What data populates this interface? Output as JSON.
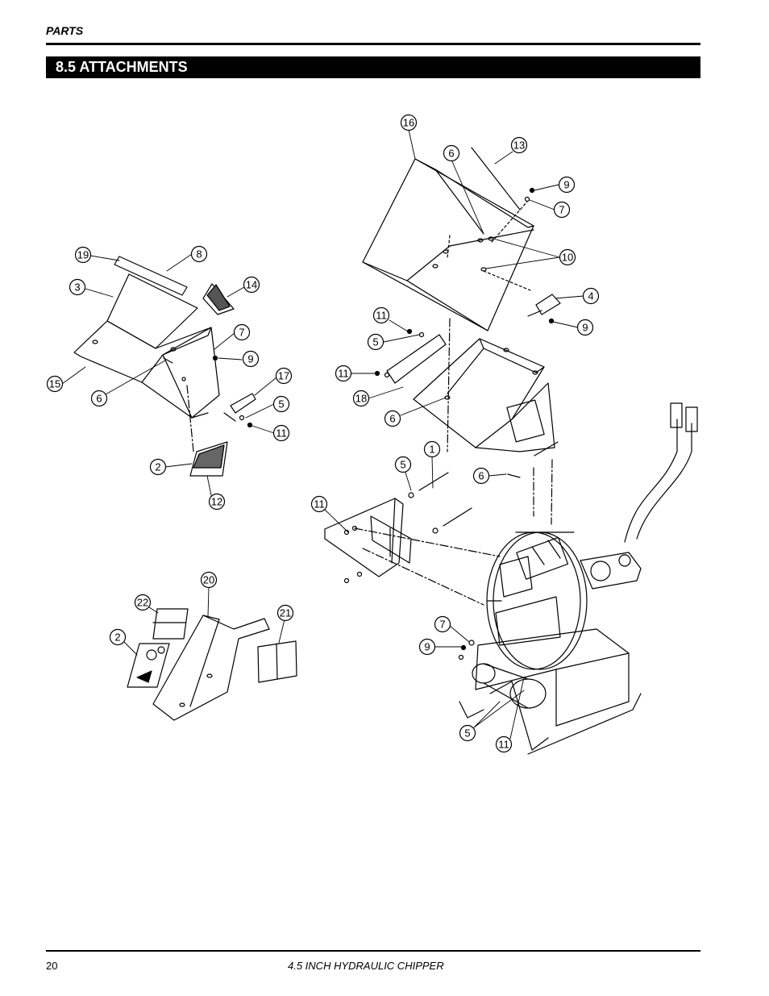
{
  "header": {
    "label": "PARTS"
  },
  "section": {
    "title": "8.5  ATTACHMENTS"
  },
  "footer": {
    "page_number": "20",
    "document_title": "4.5 INCH HYDRAULIC CHIPPER"
  },
  "callouts": [
    "16",
    "13",
    "6",
    "9",
    "7",
    "10",
    "4",
    "9",
    "11",
    "5",
    "11",
    "18",
    "6",
    "19",
    "8",
    "14",
    "3",
    "7",
    "9",
    "15",
    "6",
    "17",
    "5",
    "11",
    "2",
    "12",
    "1",
    "5",
    "6",
    "11",
    "20",
    "22",
    "21",
    "2",
    "7",
    "9",
    "5",
    "11"
  ]
}
